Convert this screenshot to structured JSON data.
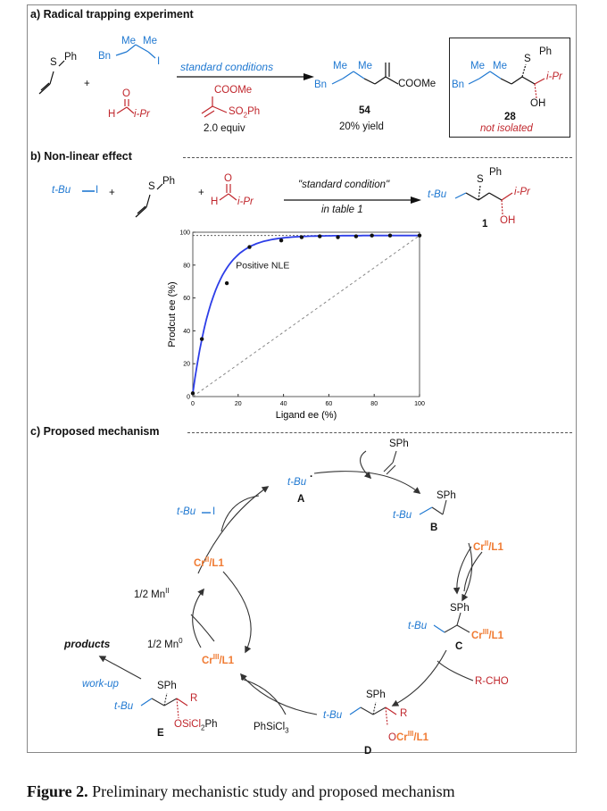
{
  "caption": {
    "label": "Figure 2.",
    "text": " Preliminary mechanistic study and proposed mechanism"
  },
  "sections": {
    "a": "a) Radical trapping experiment",
    "b": "b) Non-linear effect",
    "c": "c) Proposed mechanism"
  },
  "a": {
    "sph": "S",
    "ph": "Ph",
    "plus": "+",
    "bn": "Bn",
    "me1": "Me",
    "me2": "Me",
    "iodo": "I",
    "aldO": "O",
    "aldH": "H",
    "iPr": "i-Pr",
    "cond": "standard conditions",
    "coome": "COOMe",
    "so2ph": "SO",
    "so2ph2": "2",
    "so2ph3": "Ph",
    "equiv": "2.0 equiv",
    "p_bn": "Bn",
    "p_me1": "Me",
    "p_me2": "Me",
    "p_coome": "COOMe",
    "num54": "54",
    "yield": "20% yield",
    "b_bn": "Bn",
    "b_me1": "Me",
    "b_me2": "Me",
    "b_s": "S",
    "b_ph": "Ph",
    "b_ipr": "i-Pr",
    "b_oh": "OH",
    "num28": "28",
    "notiso": "not isolated"
  },
  "b": {
    "tbu": "t-Bu",
    "iodo": "I",
    "plus1": "+",
    "s": "S",
    "ph": "Ph",
    "plus2": "+",
    "aldO": "O",
    "aldH": "H",
    "iPr": "i-Pr",
    "cond1": "\"standard condition\"",
    "cond2": "in table 1",
    "p_s": "S",
    "p_ph": "Ph",
    "p_tbu": "t-Bu",
    "p_ipr": "i-Pr",
    "p_oh": "OH",
    "num1": "1"
  },
  "chart_data": {
    "type": "scatter",
    "xlabel": "Ligand ee (%)",
    "ylabel": "Prodcut ee (%)",
    "xlim": [
      0,
      100
    ],
    "ylim": [
      0,
      100
    ],
    "xticks": [
      0,
      20,
      40,
      60,
      80,
      100
    ],
    "yticks": [
      0,
      20,
      40,
      60,
      80,
      100
    ],
    "annotation": "Positive NLE",
    "points": [
      [
        0,
        2
      ],
      [
        4,
        35
      ],
      [
        15,
        69
      ],
      [
        25,
        91
      ],
      [
        39,
        95
      ],
      [
        48,
        97
      ],
      [
        56,
        97.5
      ],
      [
        64,
        97
      ],
      [
        72,
        97.5
      ],
      [
        79,
        98
      ],
      [
        87,
        98
      ],
      [
        100,
        98
      ]
    ],
    "fit_color": "#2d3ee8",
    "reference": "diagonal dashed y=x and dotted max ee at 98"
  },
  "c": {
    "tbuA": "t-Bu",
    "dot": "·",
    "A": "A",
    "sph_top": "SPh",
    "B_sph": "SPh",
    "B_tbu": "t-Bu",
    "B": "B",
    "crII_r": "Cr",
    "crII_r_sup": "II",
    "crII_r_l": "/L1",
    "C_sph": "SPh",
    "C_tbu": "t-Bu",
    "C_cr": "Cr",
    "C_sup": "III",
    "C_l": "/L1",
    "C": "C",
    "rcho": "R-CHO",
    "D_sph": "SPh",
    "D_tbu": "t-Bu",
    "D_r": "R",
    "D_o": "O",
    "D_cr": "Cr",
    "D_sup": "III",
    "D_l": "/L1",
    "D": "D",
    "phsicl3": "PhSiCl",
    "phsicl3_sub": "3",
    "E_sph": "SPh",
    "E_tbu": "t-Bu",
    "E_r": "R",
    "E_o": "OSiCl",
    "E_o_sub": "2",
    "E_o2": "Ph",
    "E": "E",
    "crIII_c": "Cr",
    "crIII_c_sup": "III",
    "crIII_c_l": "/L1",
    "crII_c": "Cr",
    "crII_c_sup": "II",
    "crII_c_l": "/L1",
    "mnII": "1/2 Mn",
    "mnII_sup": "II",
    "mn0": "1/2 Mn",
    "mn0_sup": "0",
    "tbuI": "t-Bu",
    "tbuI_I": "I",
    "products": "products",
    "workup": "work-up"
  }
}
